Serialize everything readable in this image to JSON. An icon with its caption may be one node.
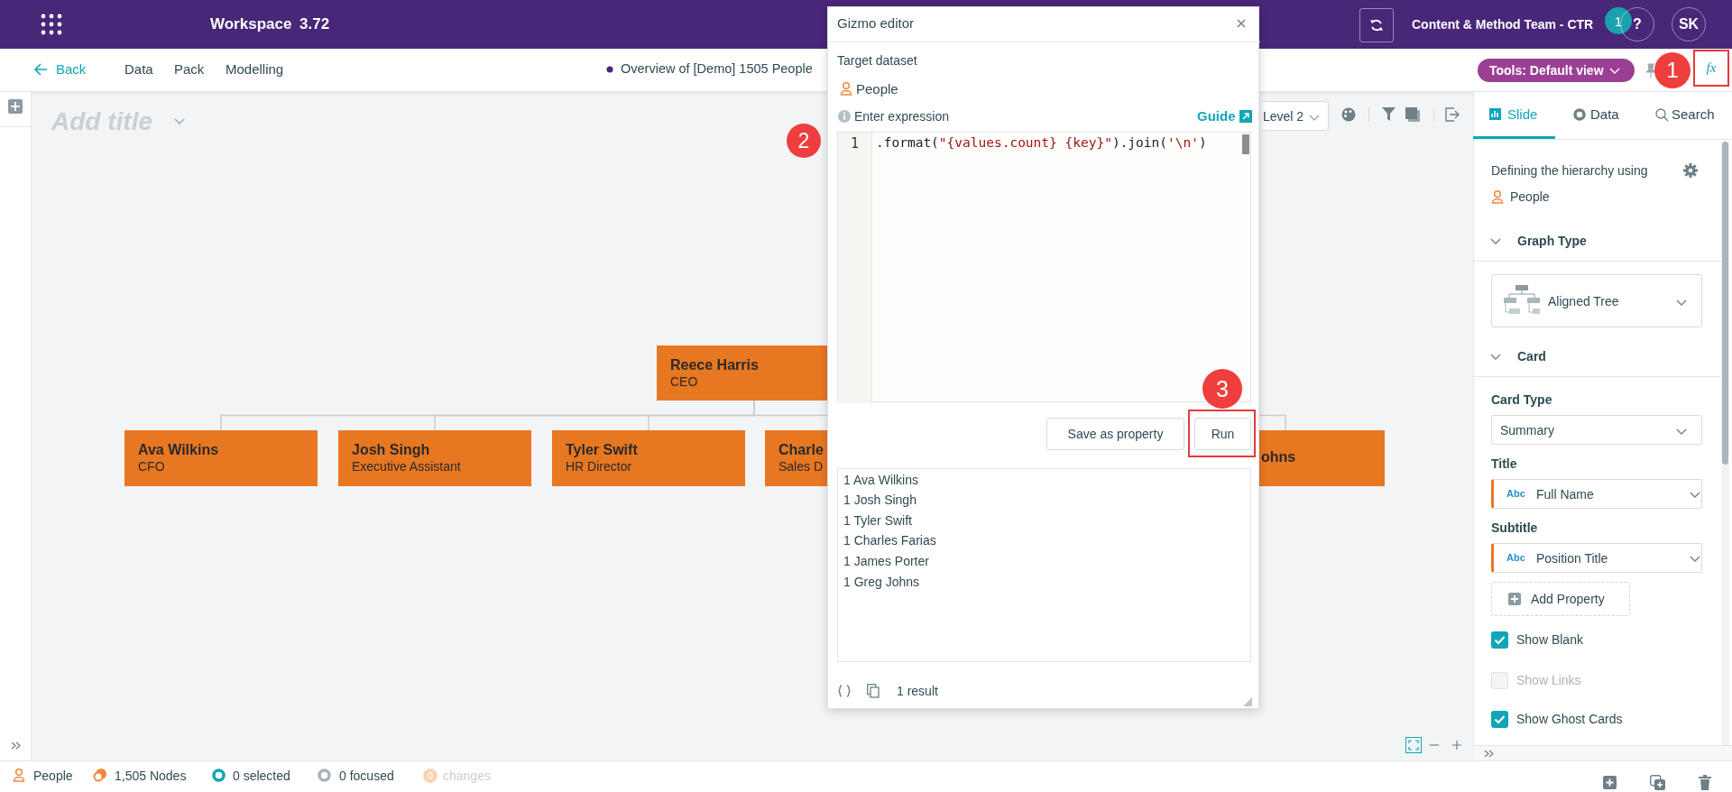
{
  "diagram": {
    "nodes": [
      {
        "text": [
          "Reece Harris",
          "CEO"
        ]
      },
      {
        "text": [
          "Ava Wilkins",
          "CFO"
        ]
      },
      {
        "text": [
          "Josh Singh",
          "Executive Assistant"
        ]
      },
      {
        "text": [
          "Tyler Swift",
          "HR Director"
        ]
      },
      {
        "text": [
          "Charle",
          "Sales D"
        ]
      },
      {
        "text": [
          "ohns"
        ]
      }
    ],
    "edges": [
      {
        "from": 0,
        "to": 1,
        "arrow": "none"
      },
      {
        "from": 0,
        "to": 2,
        "arrow": "none"
      },
      {
        "from": 0,
        "to": 3,
        "arrow": "none"
      },
      {
        "from": 0,
        "to": 5,
        "arrow": "none"
      }
    ],
    "labels": [
      "Workspace",
      "3.72",
      "Content & Method Team - CTR",
      "1",
      "?",
      "SK",
      "Back",
      "Data",
      "Pack",
      "Modelling",
      "Overview of [Demo] 1505 People",
      "Tools: Default view",
      "Add title",
      "Level 2",
      "Gizmo editor",
      "Target dataset",
      "People",
      "Enter expression",
      "Guide",
      "1",
      ".format(\"{values.count} {key}\").join('\\n')",
      "Save as property",
      "Run",
      "1 Ava Wilkins",
      "1 Josh Singh",
      "1 Tyler Swift",
      "1 Charles Farias",
      "1 James Porter",
      "1 Greg Johns",
      "1 result",
      "Slide",
      "Data",
      "Search",
      "Defining the hierarchy using",
      "People",
      "Graph Type",
      "Aligned Tree",
      "Card",
      "Card Type",
      "Summary",
      "Title",
      "Abc",
      "Full Name",
      "Subtitle",
      "Abc",
      "Position Title",
      "Add Property",
      "Show Blank",
      "Show Links",
      "Show Ghost Cards",
      "People",
      "1,505 Nodes",
      "0 selected",
      "0 focused",
      "0",
      "changes",
      "1",
      "2",
      "3",
      "fx"
    ]
  }
}
